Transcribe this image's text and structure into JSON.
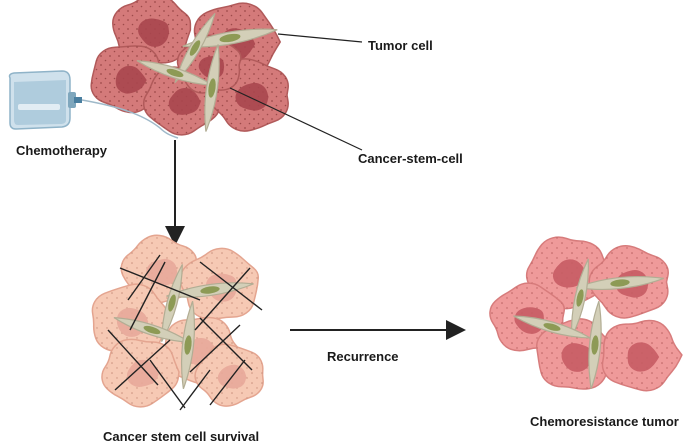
{
  "labels": {
    "tumor_cell": "Tumor cell",
    "chemotherapy": "Chemotherapy",
    "cancer_stem_cell": "Cancer-stem-cell",
    "recurrence": "Recurrence",
    "cancer_stem_cell_survival": "Cancer stem cell survival",
    "chemoresistance_tumor": "Chemoresistance tumor"
  },
  "colors": {
    "tumor_fill": "#d47a7a",
    "tumor_stroke": "#b15a5a",
    "tumor_nucleus": "#a8464e",
    "treated_fill": "#f6c9b4",
    "treated_stroke": "#e4a590",
    "treated_nucleus": "#e8a99a",
    "resistant_fill": "#ef9a9a",
    "resistant_stroke": "#d77c7c",
    "resistant_nucleus": "#c75c64",
    "stem_fill": "#d3cfb8",
    "stem_stroke": "#b2ad94",
    "stem_nucleus": "#8d9a55",
    "arrow": "#222222",
    "iv_bag": "#a9c8da"
  }
}
